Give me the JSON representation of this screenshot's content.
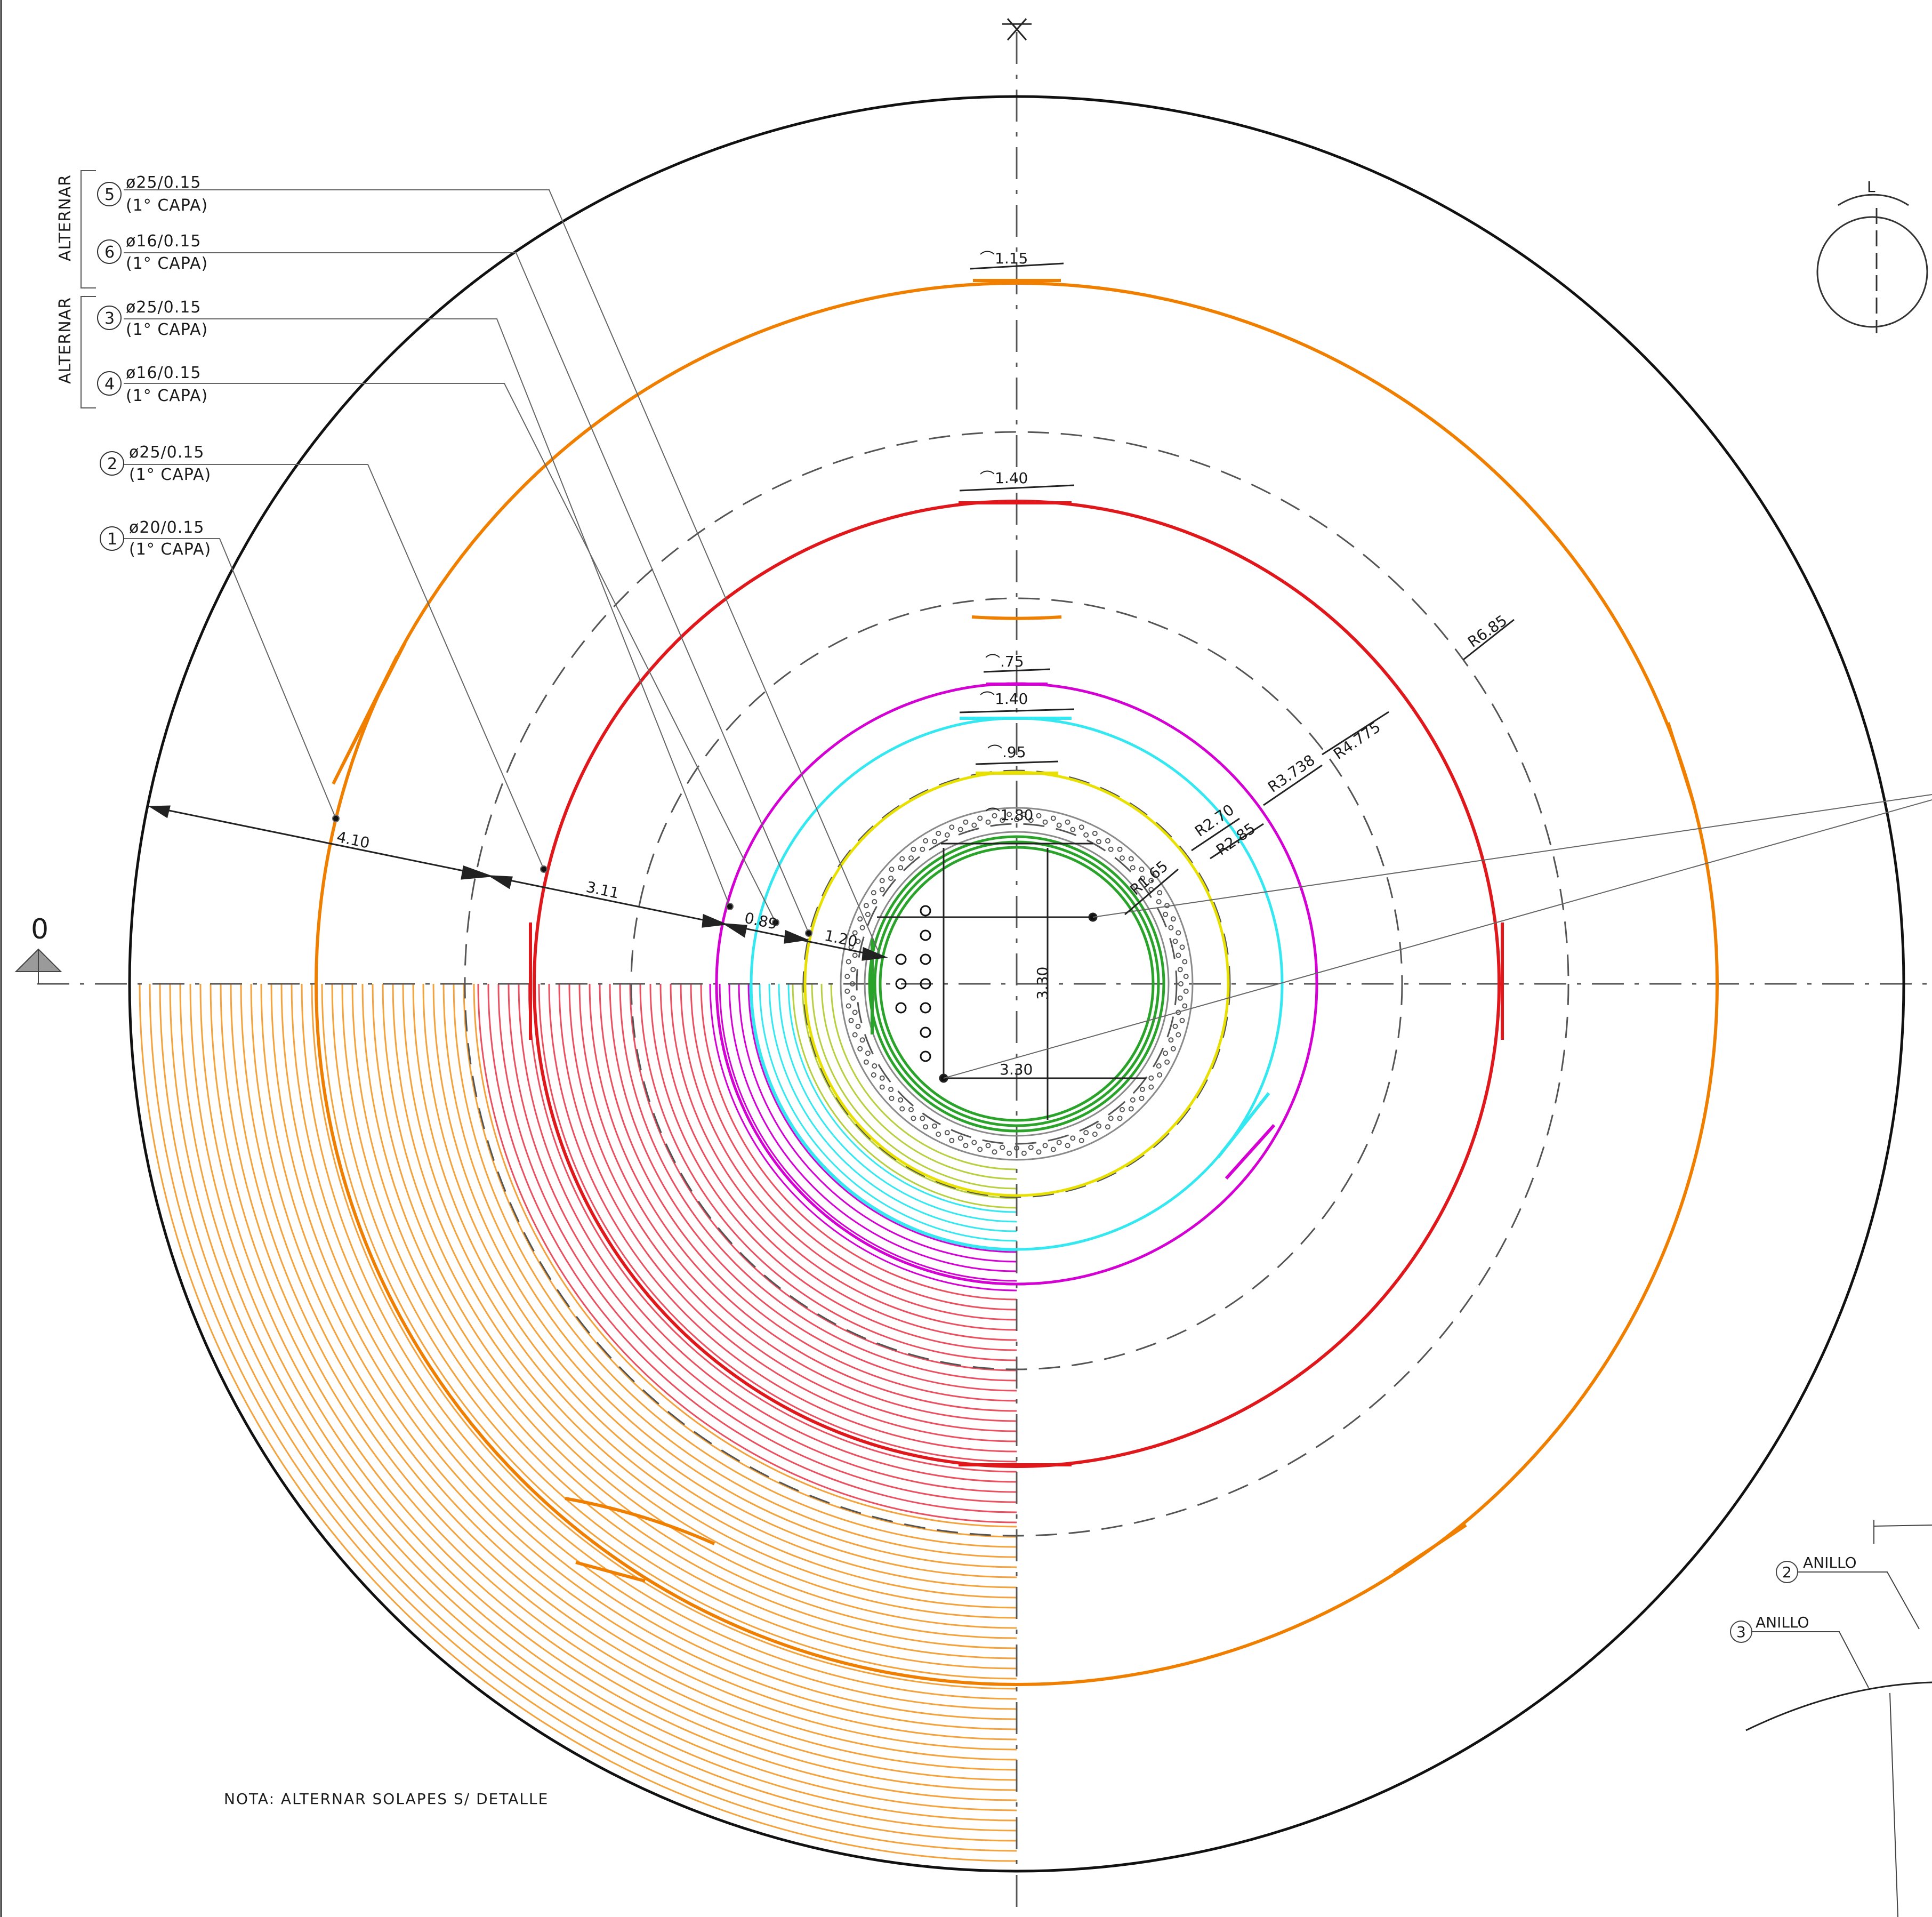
{
  "colors": {
    "outer": "#111111",
    "orange": "#f07f00",
    "red": "#e0181c",
    "magenta": "#d400d4",
    "cyan": "#33e8f0",
    "yellow": "#e8e000",
    "green": "#29a329",
    "grey": "#8a8a8a",
    "line": "#555555",
    "fan_orange": "#f3a23c",
    "fan_red": "#ea5060"
  },
  "legend": {
    "group_label_1": "ALTERNAR",
    "group_label_2": "ALTERNAR",
    "items": [
      {
        "num": "5",
        "spec": "ø25/0.15",
        "layer": "(1° CAPA)"
      },
      {
        "num": "6",
        "spec": "ø16/0.15",
        "layer": "(1° CAPA)"
      },
      {
        "num": "3",
        "spec": "ø25/0.15",
        "layer": "(1° CAPA)"
      },
      {
        "num": "4",
        "spec": "ø16/0.15",
        "layer": "(1° CAPA)"
      },
      {
        "num": "2",
        "spec": "ø25/0.15",
        "layer": "(1° CAPA)"
      },
      {
        "num": "1",
        "spec": "ø20/0.15",
        "layer": "(1° CAPA)"
      }
    ]
  },
  "dimensions": {
    "arc_115": "⌒1.15",
    "arc_140_top": "⌒1.40",
    "arc_075": "⌒.75",
    "arc_140_mid": "⌒1.40",
    "arc_095": "⌒.95",
    "arc_180": "⌒1.80",
    "r_685": "R6.85",
    "r_4775": "R4.775",
    "r_3738": "R3.738",
    "r_270": "R2.70",
    "r_285": "R2.85",
    "r_165": "R1.65",
    "d_410": "4.10",
    "d_311": "3.11",
    "d_089": "0.89",
    "d_120": "1.20",
    "d_330_v": "3.30",
    "d_330_h": "3.30"
  },
  "axis_marker": "0",
  "note": "NOTA: ALTERNAR SOLAPES S/ DETALLE",
  "detail": {
    "overlap_label": "L",
    "ring_2_num": "2",
    "ring_2_label": "ANILLO",
    "ring_3_num": "3",
    "ring_3_label": "ANILLO"
  }
}
